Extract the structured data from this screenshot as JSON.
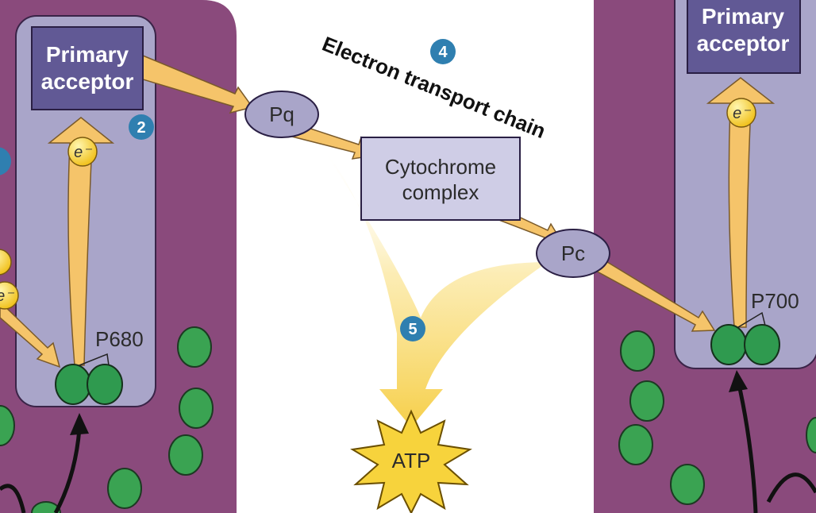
{
  "photosystem_left": {
    "acceptor_line1": "Primary",
    "acceptor_line2": "acceptor",
    "reaction_center": "P680",
    "step": "2"
  },
  "photosystem_right": {
    "acceptor_line1": "Primary",
    "acceptor_line2": "acceptor",
    "reaction_center": "P700"
  },
  "chain": {
    "title": "Electron transport chain",
    "step": "4",
    "pq": "Pq",
    "cytochrome_line1": "Cytochrome",
    "cytochrome_line2": "complex",
    "pc": "Pc"
  },
  "atp": {
    "label": "ATP",
    "step": "5"
  },
  "electron_label": "e⁻",
  "colors": {
    "membrane": "#8a4a7c",
    "photosystem": "#a9a5c9",
    "acceptor_box": "#615995",
    "carrier": "#a9a5c9",
    "arrow": "#f5c46a",
    "chlorophyll": "#2f9a4f",
    "step_badge": "#2f7fb0",
    "atp_star": "#f7d33c"
  }
}
